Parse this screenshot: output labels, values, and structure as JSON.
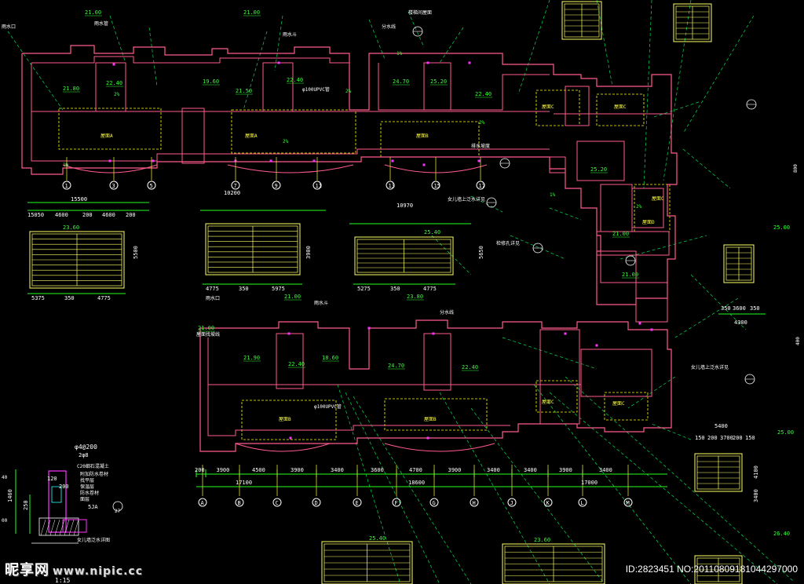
{
  "colors": {
    "wall": "#ff5a8c",
    "dim": "#22ff22",
    "grid_line": "#dddd33",
    "grid_bubble": "#ffffff",
    "vent": "#ffff66",
    "leader": "#00dd55",
    "dashed": "#ffff00",
    "text_white": "#ffffff",
    "text_green": "#33ff33",
    "text_yellow": "#ffff44",
    "magenta": "#ff33ff",
    "cyan": "#33ffff"
  },
  "upper_plan": {
    "elevations": [
      "21.00",
      "21.00",
      "22.40",
      "19.60",
      "21.80",
      "21.50",
      "22.40",
      "24.70",
      "25.20",
      "22.40",
      "25.20",
      "21.00",
      "21.00"
    ],
    "top_dims": [
      "21.00",
      "21.00"
    ],
    "room_labels": [
      "屋面A",
      "屋面A",
      "屋面B",
      "屋面C",
      "屋面C",
      "屋面C",
      "屋面D"
    ],
    "notes": [
      "雨水口",
      "雨水管",
      "φ100UPVC管",
      "女儿墙上泛水详见",
      "雨水斗",
      "分水线",
      "排水坡度",
      "检修孔详见",
      "楼梯间屋面"
    ],
    "slopes": [
      "2%",
      "1%",
      "2%",
      "1%",
      "2%",
      "2%",
      "1%",
      "2%"
    ],
    "spans": [
      "15500",
      "15050",
      "4600",
      "200",
      "4600",
      "200",
      "10200",
      "10970"
    ]
  },
  "grid_axes_top": [
    "1",
    "3",
    "5",
    "7",
    "9",
    "11",
    "13",
    "15",
    "17"
  ],
  "grid_axes_bottom": [
    "A",
    "B",
    "C",
    "D",
    "E",
    "F",
    "G",
    "H",
    "J",
    "K",
    "L",
    "M"
  ],
  "bottom_dims": [
    "200",
    "3900",
    "4500",
    "3900",
    "3400",
    "3600",
    "4700",
    "3900",
    "3400",
    "3400",
    "3900",
    "3400"
  ],
  "bottom_totals": [
    "17100",
    "18600",
    "17000"
  ],
  "lower_plan": {
    "elevations": [
      "21.00",
      "22.40",
      "18.60",
      "21.90",
      "24.70",
      "22.40",
      "23.80",
      "21.00"
    ],
    "notes": [
      "雨水口",
      "屋面找坡线",
      "φ100UPVC管",
      "女儿墙上泛水详见",
      "雨水斗",
      "分水线"
    ],
    "rooms": [
      "屋面B",
      "屋面B",
      "屋面C",
      "屋面C"
    ]
  },
  "vent_blocks": {
    "dims_a": [
      "5375",
      "350",
      "4775"
    ],
    "dims_b": [
      "4775",
      "350",
      "5975"
    ],
    "dims_c": [
      "5275",
      "350",
      "4775"
    ],
    "dims_side": [
      "5500",
      "3900",
      "5650"
    ],
    "elev_a": "23.60",
    "elev_b": "25.40"
  },
  "right_blocks": {
    "dims": [
      "350",
      "3600",
      "350",
      "4300",
      "5400",
      "150",
      "200",
      "3700",
      "200",
      "150",
      "4100",
      "3400"
    ],
    "elevs": [
      "25.00",
      "25.00",
      "26.40"
    ]
  },
  "detail": {
    "rebar": "φ4@200",
    "rebar2": "2φ8",
    "concrete": "C20细石混凝土",
    "layers": [
      "附加防水卷材",
      "找平层",
      "保温层",
      "防水卷材",
      "面层"
    ],
    "dims": [
      "1460",
      "250",
      "120",
      "200"
    ],
    "ref": "5JA",
    "ref_sheet": "27",
    "scale": "1:15",
    "note": "女儿墙泛水详图"
  },
  "watermark": {
    "logo": "昵享网",
    "url": "www.nipic.cc",
    "id": "ID:2823451 NO:20110809181044297000"
  }
}
